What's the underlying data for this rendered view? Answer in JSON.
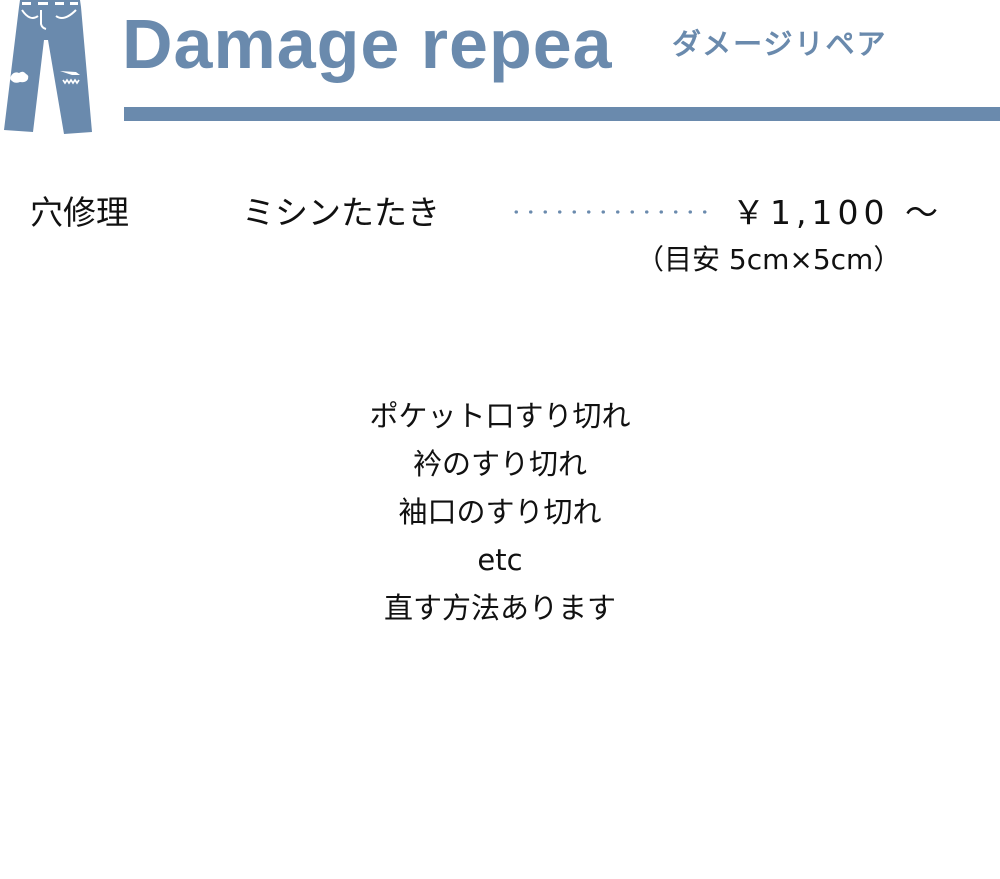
{
  "header": {
    "title_en": "Damage repea",
    "title_jp": "ダメージリペア",
    "icon": "jeans-icon",
    "accent_color": "#6a8aad"
  },
  "service": {
    "category": "穴修理",
    "method": "ミシンたたき",
    "leader": "dotted-leader",
    "price": "￥1,100 ～",
    "note": "（目安 5cm×5cm）"
  },
  "info": {
    "lines": [
      "ポケット口すり切れ",
      "衿のすり切れ",
      "袖口のすり切れ",
      "etc",
      "直す方法あります"
    ]
  }
}
